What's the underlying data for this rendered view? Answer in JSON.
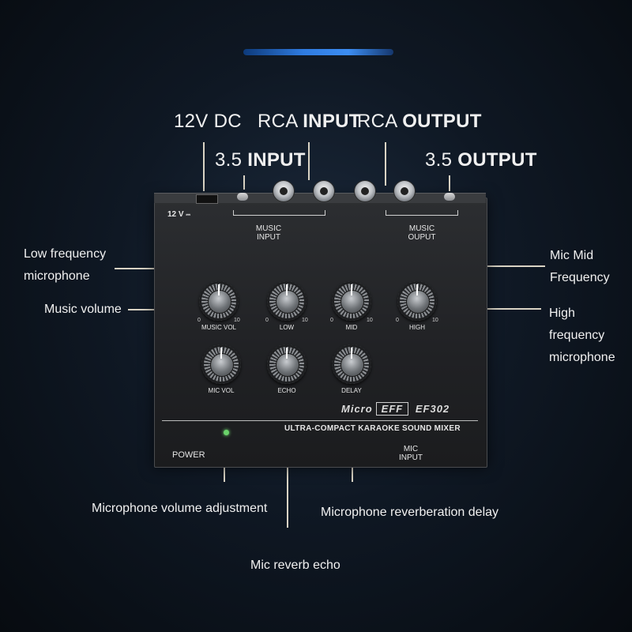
{
  "colors": {
    "accent": "#2f7be0",
    "background": "#0f1824",
    "device": "#232427"
  },
  "callouts": {
    "dc": "12V DC",
    "rca_input_prefix": "RCA",
    "rca_input_word": "INPUT",
    "rca_output_prefix": "RCA",
    "rca_output_word": "OUTPUT",
    "in35_prefix": "3.5",
    "in35_word": "INPUT",
    "out35_prefix": "3.5",
    "out35_word": "OUTPUT",
    "low_freq": [
      "Low frequency",
      "microphone"
    ],
    "music_volume": "Music volume",
    "mic_mid": [
      "Mic Mid",
      "Frequency"
    ],
    "high_freq": [
      "High",
      "frequency",
      "microphone"
    ],
    "mic_vol_adj": "Microphone volume adjustment",
    "reverb_delay": "Microphone reverberation delay",
    "reverb_echo": "Mic reverb echo"
  },
  "panel": {
    "power_label": "12 V",
    "music_input": [
      "MUSIC",
      "INPUT"
    ],
    "music_output": [
      "MUSIC",
      "OUPUT"
    ],
    "knobs_top": [
      {
        "label": "MUSIC VOL",
        "min": "0",
        "max": "10"
      },
      {
        "label": "LOW",
        "min": "0",
        "max": "10"
      },
      {
        "label": "MID",
        "min": "0",
        "max": "10"
      },
      {
        "label": "HIGH",
        "min": "0",
        "max": "10"
      }
    ],
    "knobs_bottom": [
      {
        "label": "MIC VOL"
      },
      {
        "label": "ECHO"
      },
      {
        "label": "DELAY"
      }
    ],
    "brand_micro": "Micro",
    "brand_eff": "EFF",
    "brand_model": "EF302",
    "subtitle": "ULTRA-COMPACT KARAOKE SOUND MIXER",
    "power": "POWER",
    "mic_input": [
      "MIC",
      "INPUT"
    ]
  },
  "icons": {
    "led": "power-led",
    "knob": "rotary-knob",
    "jack": "rca-jack"
  }
}
